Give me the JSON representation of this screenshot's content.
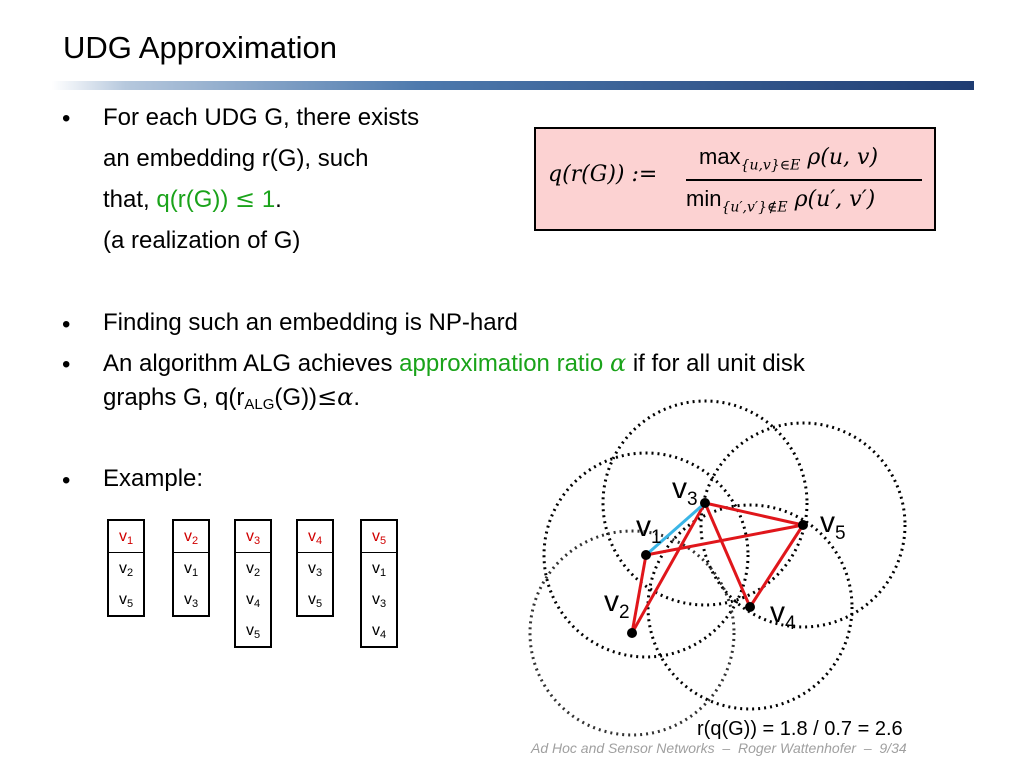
{
  "slide": {
    "title": "UDG Approximation",
    "bullets": [
      {
        "marker": "•",
        "lines": [
          "For each UDG G, there exists",
          "an embedding r(G), such",
          {
            "prefix": "that, ",
            "highlight": "q(r(G))",
            "op": "≤",
            "value": "1",
            "suffix": "."
          },
          "(a realization of G)"
        ]
      },
      {
        "marker": "•",
        "text": "Finding such an embedding is NP-hard"
      },
      {
        "marker": "•",
        "line1": {
          "prefix": "An algorithm ALG achieves ",
          "highlight": "approximation ratio",
          "alpha": "α",
          "suffix": " if for all unit disk"
        },
        "line2": {
          "prefix": "graphs G, q(r",
          "sub": "ALG",
          "middle": "(G))",
          "op": "≤",
          "alpha": "α",
          "suffix": "."
        }
      },
      {
        "marker": "•",
        "text": "Example:"
      }
    ]
  },
  "formula": {
    "lhs": "q(r(G)) :=",
    "numerator": {
      "op": "max",
      "sub": "{u,v}∈E",
      "expr": "ρ(u, v)"
    },
    "denominator": {
      "op": "min",
      "sub": "{u′,v′}∉E",
      "expr": "ρ(u′, v′)"
    }
  },
  "adjacency_lists": [
    {
      "head": {
        "v": "v",
        "sub": "1"
      },
      "neighbors": [
        {
          "v": "v",
          "sub": "2"
        },
        {
          "v": "v",
          "sub": "5"
        }
      ]
    },
    {
      "head": {
        "v": "v",
        "sub": "2"
      },
      "neighbors": [
        {
          "v": "v",
          "sub": "1"
        },
        {
          "v": "v",
          "sub": "3"
        }
      ]
    },
    {
      "head": {
        "v": "v",
        "sub": "3"
      },
      "neighbors": [
        {
          "v": "v",
          "sub": "2"
        },
        {
          "v": "v",
          "sub": "4"
        },
        {
          "v": "v",
          "sub": "5"
        }
      ]
    },
    {
      "head": {
        "v": "v",
        "sub": "4"
      },
      "neighbors": [
        {
          "v": "v",
          "sub": "3"
        },
        {
          "v": "v",
          "sub": "5"
        }
      ]
    },
    {
      "head": {
        "v": "v",
        "sub": "5"
      },
      "neighbors": [
        {
          "v": "v",
          "sub": "1"
        },
        {
          "v": "v",
          "sub": "3"
        },
        {
          "v": "v",
          "sub": "4"
        }
      ]
    }
  ],
  "graph": {
    "vertex_labels": {
      "v1": {
        "v": "v",
        "sub": "1"
      },
      "v2": {
        "v": "v",
        "sub": "2"
      },
      "v3": {
        "v": "v",
        "sub": "3"
      },
      "v4": {
        "v": "v",
        "sub": "4"
      },
      "v5": {
        "v": "v",
        "sub": "5"
      }
    },
    "edge_color": "#e0161b",
    "highlight_edge_color": "#3ab5e6"
  },
  "caption": "r(q(G)) = 1.8 / 0.7 = 2.6",
  "footer": {
    "course": "Ad Hoc and Sensor Networks",
    "sep1": "–",
    "author": "Roger Wattenhofer",
    "sep2": "–",
    "page": "9/34"
  }
}
